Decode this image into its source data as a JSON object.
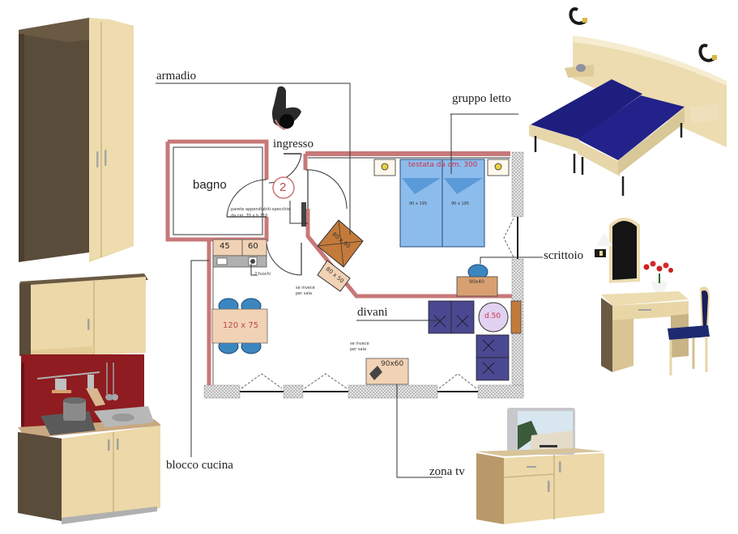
{
  "plan": {
    "rooms": {
      "bathroom": "bagno",
      "entrance": "ingresso",
      "entrance_marker": "2"
    },
    "labels": {
      "wardrobe": "armadio",
      "bed_group": "gruppo letto",
      "desk": "scrittoio",
      "sofas": "divani",
      "kitchen_block": "blocco cucina",
      "tv_area": "zona tv"
    },
    "annotations": {
      "headboard": "testata da cm. 300",
      "bed_left": "90 x 195",
      "bed_right": "90 x 195",
      "kitchen_module_1": "45",
      "kitchen_module_2": "60",
      "burners": "2 fuochi",
      "coat_rack": "parete appendiabiti-specchio",
      "coat_rack_size": "da cm. 70 x h 210",
      "wardrobe_size": "80 x 60",
      "cabinet_size": "80 x 50",
      "on_demand_1": "se invece",
      "on_demand_1b": "per sala",
      "on_demand_2": "se invece",
      "on_demand_2b": "per sala",
      "desk_size": "90x40",
      "table_size": "120 x 75",
      "round_table": "d.50",
      "tv_table_size": "90x60"
    }
  },
  "colors": {
    "wall": "#c87878",
    "wall_light": "#e8b0b0",
    "bed_blue": "#8cbcec",
    "bed_dark": "#5a9ad8",
    "wood": "#c47a3a",
    "beige": "#f2d2b4",
    "sofa": "#4a4890",
    "round": "#e2d2f2",
    "chair": "#3c86c0",
    "annot_red": "#d0304a",
    "furniture_wood": "#ecd8a8",
    "furniture_dark": "#5a4c3a",
    "bedspread": "#1c1c78",
    "kitchen_red": "#8e1c20"
  }
}
